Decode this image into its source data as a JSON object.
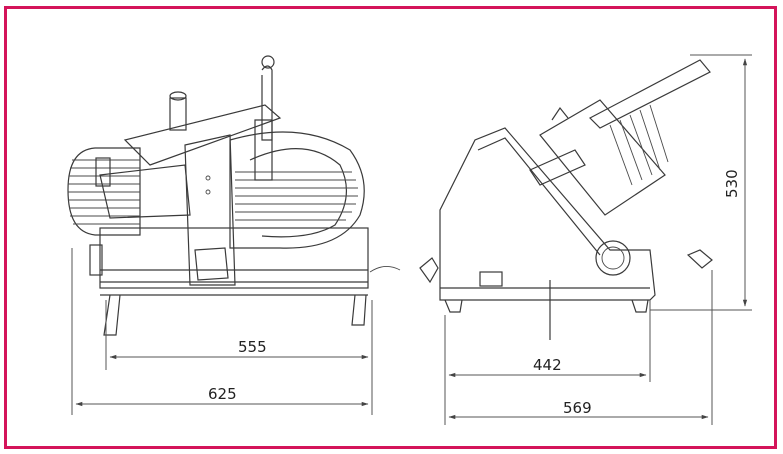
{
  "frame_color": "#d4145a",
  "dimensions": {
    "front_inner_width": "555",
    "front_outer_width": "625",
    "side_inner_width": "442",
    "side_outer_width": "569",
    "side_height": "530"
  }
}
